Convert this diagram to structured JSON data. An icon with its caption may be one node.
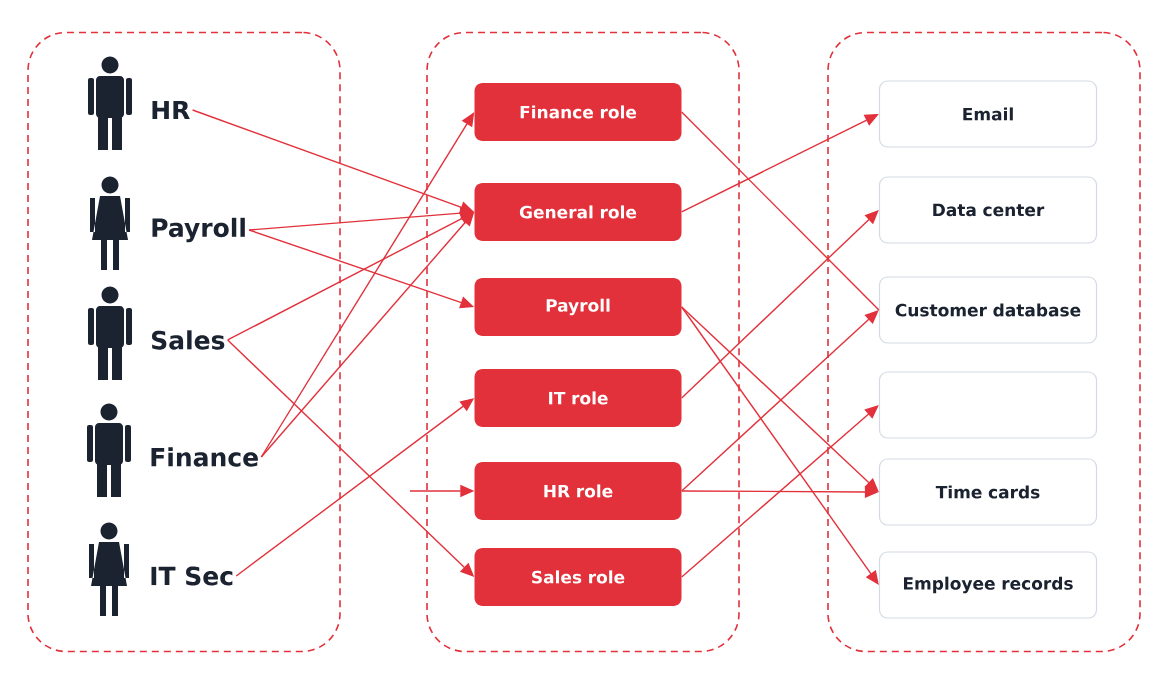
{
  "diagram": {
    "nodes": [
      {
        "text": [],
        "shape": "box"
      },
      {
        "text": [
          "HR"
        ],
        "in": 0
      },
      {
        "text": [
          "Payroll"
        ],
        "in": 0
      },
      {
        "text": [
          "Sales"
        ],
        "in": 0
      },
      {
        "text": [
          "Finance"
        ],
        "in": 0
      },
      {
        "text": [
          "IT Sec"
        ],
        "in": 0
      },
      {
        "text": [],
        "shape": "box"
      },
      {
        "text": [
          "Finance role"
        ],
        "in": 6
      },
      {
        "text": [
          "General role"
        ],
        "in": 6
      },
      {
        "text": [
          "Payroll"
        ],
        "in": 6
      },
      {
        "text": [
          "IT role"
        ],
        "in": 6
      },
      {
        "text": [
          "HR role"
        ],
        "in": 6
      },
      {
        "text": [
          "Sales role"
        ],
        "in": 6
      },
      {
        "text": [],
        "shape": "box"
      },
      {
        "text": [
          "Email"
        ],
        "in": 13
      },
      {
        "text": [
          "Data center"
        ],
        "in": 13
      },
      {
        "text": [
          "Customer database"
        ],
        "in": 13
      },
      {
        "text": [],
        "shape": "box",
        "in": 13
      },
      {
        "text": [
          "Time cards"
        ],
        "in": 13
      },
      {
        "text": [
          "Employee records"
        ],
        "in": 13
      }
    ],
    "edges": [
      {
        "from": 1,
        "to": 8,
        "arrow": "to"
      },
      {
        "from": 2,
        "to": 8,
        "arrow": "to"
      },
      {
        "from": 2,
        "to": 9,
        "arrow": "to"
      },
      {
        "from": 3,
        "to": 8,
        "arrow": "to"
      },
      {
        "from": 3,
        "to": 12,
        "arrow": "to"
      },
      {
        "from": 4,
        "to": 7,
        "arrow": "to"
      },
      {
        "from": 4,
        "to": 8,
        "arrow": "to"
      },
      {
        "from": 5,
        "to": 10,
        "arrow": "to"
      },
      {
        "from": null,
        "to": 11,
        "arrow": "to"
      },
      {
        "from": 7,
        "to": 16,
        "arrow": "none"
      },
      {
        "from": 8,
        "to": 14,
        "arrow": "to"
      },
      {
        "from": 9,
        "to": 18,
        "arrow": "to"
      },
      {
        "from": 9,
        "to": 19,
        "arrow": "to"
      },
      {
        "from": 10,
        "to": 15,
        "arrow": "to"
      },
      {
        "from": 11,
        "to": 16,
        "arrow": "to"
      },
      {
        "from": 11,
        "to": 18,
        "arrow": "to"
      },
      {
        "from": 12,
        "to": 17,
        "arrow": "to"
      }
    ]
  }
}
